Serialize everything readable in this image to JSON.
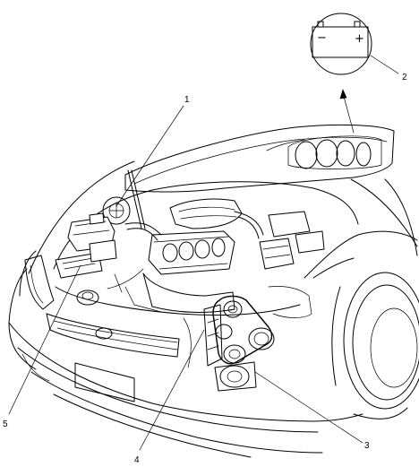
{
  "callouts": [
    {
      "id": "1",
      "label": "1"
    },
    {
      "id": "2",
      "label": "2"
    },
    {
      "id": "3",
      "label": "3"
    },
    {
      "id": "4",
      "label": "4"
    },
    {
      "id": "5",
      "label": "5"
    }
  ],
  "battery_inset": {
    "negative_symbol": "−",
    "positive_symbol": "+"
  }
}
